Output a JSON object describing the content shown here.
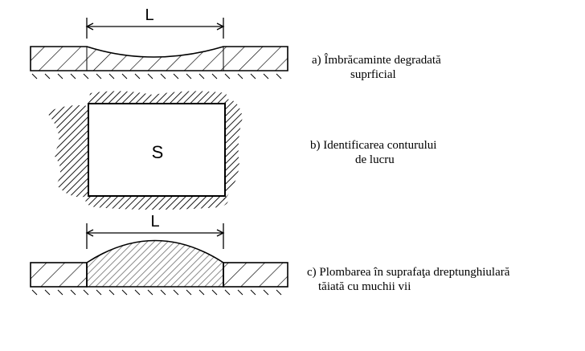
{
  "dimension_label": "L",
  "area_label": "S",
  "captions": {
    "a": {
      "line1": "a) Îmbrăcaminte degradată",
      "line2": "suprficial"
    },
    "b": {
      "line1": "b) Identificarea conturului",
      "line2": "de lucru"
    },
    "c": {
      "line1": "c) Plombarea în suprafaţa dreptunghiulară",
      "line2": "tăiată cu muchii vii"
    }
  }
}
